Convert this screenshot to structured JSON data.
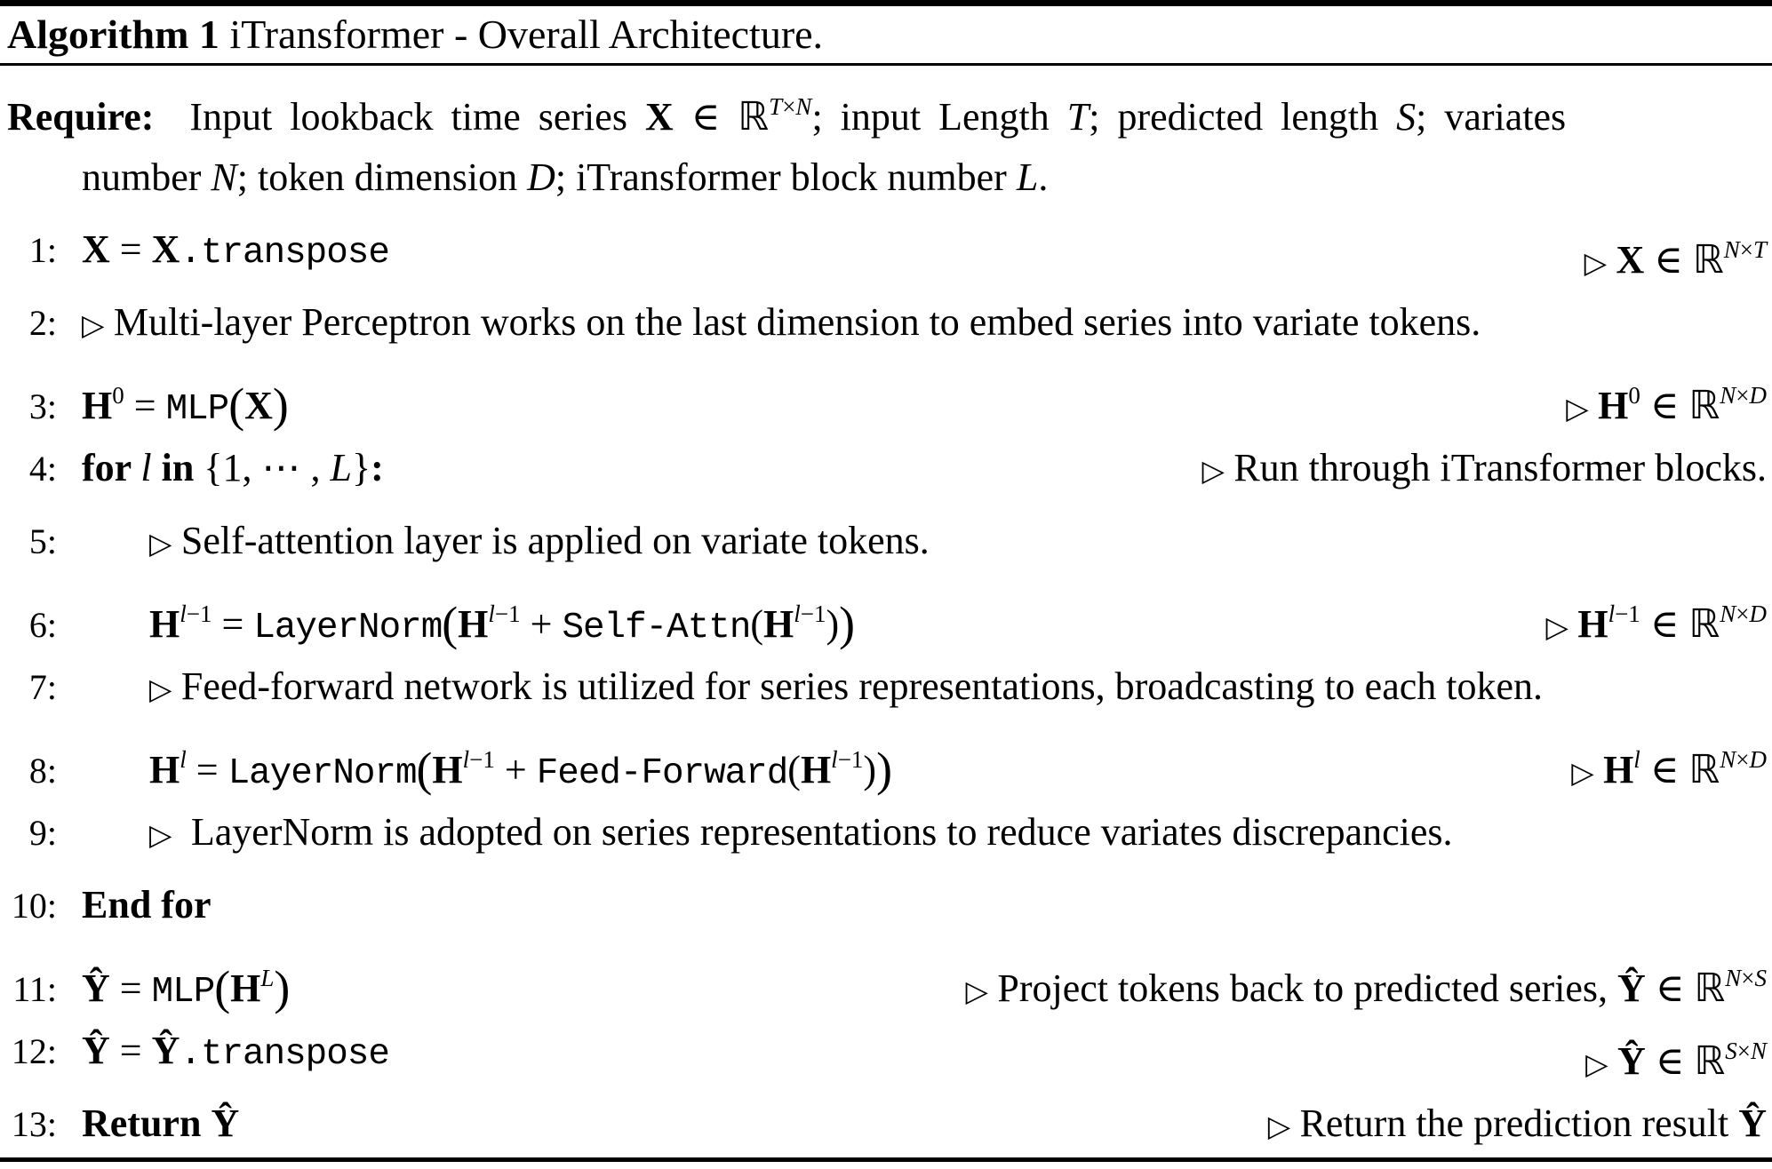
{
  "header": {
    "segments": [
      [
        "b",
        "Algorithm 1"
      ],
      [
        "t",
        " iTransformer - Overall Architecture."
      ]
    ]
  },
  "require": {
    "lines": [
      {
        "indent": 0,
        "justify": true,
        "segments": [
          [
            "b",
            "Require:"
          ],
          [
            "t",
            "  Input lookback time series "
          ],
          [
            "bi",
            "X"
          ],
          [
            "t",
            " ∈ "
          ],
          [
            "bb",
            "ℝ"
          ],
          [
            "supi",
            "T"
          ],
          [
            "sup",
            "×"
          ],
          [
            "supi",
            "N"
          ],
          [
            "t",
            "; input Length "
          ],
          [
            "i",
            "T"
          ],
          [
            "t",
            "; predicted length "
          ],
          [
            "i",
            "S"
          ],
          [
            "t",
            "; variates"
          ]
        ]
      },
      {
        "indent": 1,
        "justify": false,
        "segments": [
          [
            "t",
            "number "
          ],
          [
            "i",
            "N"
          ],
          [
            "t",
            "; token dimension "
          ],
          [
            "i",
            "D"
          ],
          [
            "t",
            "; iTransformer block number "
          ],
          [
            "i",
            "L"
          ],
          [
            "t",
            "."
          ]
        ]
      }
    ]
  },
  "lines": [
    {
      "num": "1:",
      "indent": 0,
      "body": [
        [
          "bi",
          "X"
        ],
        [
          "t",
          " = "
        ],
        [
          "bi",
          "X"
        ],
        [
          "m",
          ".transpose"
        ]
      ],
      "comment": [
        [
          "tri",
          "▷ "
        ],
        [
          "bi",
          "X"
        ],
        [
          "t",
          " ∈ "
        ],
        [
          "bb",
          "ℝ"
        ],
        [
          "supi",
          "N"
        ],
        [
          "sup",
          "×"
        ],
        [
          "supi",
          "T"
        ]
      ]
    },
    {
      "num": "2:",
      "indent": 0,
      "body": [
        [
          "tri",
          "▷ "
        ],
        [
          "t",
          "Multi-layer Perceptron works on the last dimension to embed series into variate tokens."
        ]
      ],
      "comment": null
    },
    {
      "num": "3:",
      "indent": 0,
      "body": [
        [
          "bi",
          "H"
        ],
        [
          "sup",
          "0"
        ],
        [
          "t",
          " = "
        ],
        [
          "m",
          "MLP"
        ],
        [
          "big",
          "("
        ],
        [
          "bi",
          "X"
        ],
        [
          "big",
          ")"
        ]
      ],
      "comment": [
        [
          "tri",
          "▷ "
        ],
        [
          "bi",
          "H"
        ],
        [
          "sup",
          "0"
        ],
        [
          "t",
          " ∈ "
        ],
        [
          "bb",
          "ℝ"
        ],
        [
          "supi",
          "N"
        ],
        [
          "sup",
          "×"
        ],
        [
          "supi",
          "D"
        ]
      ]
    },
    {
      "num": "4:",
      "indent": 0,
      "body": [
        [
          "b",
          "for "
        ],
        [
          "i",
          "l"
        ],
        [
          "b",
          " in "
        ],
        [
          "t",
          "{1, ⋯ , "
        ],
        [
          "i",
          "L"
        ],
        [
          "t",
          "}"
        ],
        [
          "b",
          ":"
        ]
      ],
      "comment": [
        [
          "tri",
          "▷ "
        ],
        [
          "t",
          "Run through iTransformer blocks."
        ]
      ]
    },
    {
      "num": "5:",
      "indent": 1,
      "body": [
        [
          "tri",
          "▷ "
        ],
        [
          "t",
          "Self-attention layer is applied on variate tokens."
        ]
      ],
      "comment": null
    },
    {
      "num": "6:",
      "indent": 1,
      "body": [
        [
          "bi",
          "H"
        ],
        [
          "supi",
          "l"
        ],
        [
          "sup",
          "−1"
        ],
        [
          "t",
          " = "
        ],
        [
          "m",
          "LayerNorm"
        ],
        [
          "big",
          "("
        ],
        [
          "bi",
          "H"
        ],
        [
          "supi",
          "l"
        ],
        [
          "sup",
          "−1"
        ],
        [
          "t",
          " + "
        ],
        [
          "m",
          "Self-Attn"
        ],
        [
          "t",
          "("
        ],
        [
          "bi",
          "H"
        ],
        [
          "supi",
          "l"
        ],
        [
          "sup",
          "−1"
        ],
        [
          "t",
          ")"
        ],
        [
          "big",
          ")"
        ]
      ],
      "comment": [
        [
          "tri",
          "▷ "
        ],
        [
          "bi",
          "H"
        ],
        [
          "supi",
          "l"
        ],
        [
          "sup",
          "−1"
        ],
        [
          "t",
          " ∈ "
        ],
        [
          "bb",
          "ℝ"
        ],
        [
          "supi",
          "N"
        ],
        [
          "sup",
          "×"
        ],
        [
          "supi",
          "D"
        ]
      ]
    },
    {
      "num": "7:",
      "indent": 1,
      "body": [
        [
          "tri",
          "▷ "
        ],
        [
          "t",
          "Feed-forward network is utilized for series representations, broadcasting to each token."
        ]
      ],
      "comment": null
    },
    {
      "num": "8:",
      "indent": 1,
      "body": [
        [
          "bi",
          "H"
        ],
        [
          "supi",
          "l"
        ],
        [
          "t",
          " = "
        ],
        [
          "m",
          "LayerNorm"
        ],
        [
          "big",
          "("
        ],
        [
          "bi",
          "H"
        ],
        [
          "supi",
          "l"
        ],
        [
          "sup",
          "−1"
        ],
        [
          "t",
          " + "
        ],
        [
          "m",
          "Feed-Forward"
        ],
        [
          "t",
          "("
        ],
        [
          "bi",
          "H"
        ],
        [
          "supi",
          "l"
        ],
        [
          "sup",
          "−1"
        ],
        [
          "t",
          ")"
        ],
        [
          "big",
          ")"
        ]
      ],
      "comment": [
        [
          "tri",
          "▷ "
        ],
        [
          "bi",
          "H"
        ],
        [
          "supi",
          "l"
        ],
        [
          "t",
          " ∈ "
        ],
        [
          "bb",
          "ℝ"
        ],
        [
          "supi",
          "N"
        ],
        [
          "sup",
          "×"
        ],
        [
          "supi",
          "D"
        ]
      ]
    },
    {
      "num": "9:",
      "indent": 1,
      "body": [
        [
          "tri",
          "▷ "
        ],
        [
          "t",
          " LayerNorm is adopted on series representations to reduce variates discrepancies."
        ]
      ],
      "comment": null
    },
    {
      "num": "10:",
      "indent": 0,
      "body": [
        [
          "b",
          "End for"
        ]
      ],
      "comment": null
    },
    {
      "num": "11:",
      "indent": 0,
      "body": [
        [
          "bi",
          "Ŷ"
        ],
        [
          "t",
          " = "
        ],
        [
          "m",
          "MLP"
        ],
        [
          "big",
          "("
        ],
        [
          "bi",
          "H"
        ],
        [
          "supi",
          "L"
        ],
        [
          "big",
          ")"
        ]
      ],
      "comment": [
        [
          "tri",
          "▷ "
        ],
        [
          "t",
          "Project tokens back to predicted series, "
        ],
        [
          "bi",
          "Ŷ"
        ],
        [
          "t",
          " ∈ "
        ],
        [
          "bb",
          "ℝ"
        ],
        [
          "supi",
          "N"
        ],
        [
          "sup",
          "×"
        ],
        [
          "supi",
          "S"
        ]
      ]
    },
    {
      "num": "12:",
      "indent": 0,
      "body": [
        [
          "bi",
          "Ŷ"
        ],
        [
          "t",
          " = "
        ],
        [
          "bi",
          "Ŷ"
        ],
        [
          "m",
          ".transpose"
        ]
      ],
      "comment": [
        [
          "tri",
          "▷ "
        ],
        [
          "bi",
          "Ŷ"
        ],
        [
          "t",
          " ∈ "
        ],
        [
          "bb",
          "ℝ"
        ],
        [
          "supi",
          "S"
        ],
        [
          "sup",
          "×"
        ],
        [
          "supi",
          "N"
        ]
      ]
    },
    {
      "num": "13:",
      "indent": 0,
      "body": [
        [
          "b",
          "Return "
        ],
        [
          "bi",
          "Ŷ"
        ]
      ],
      "comment": [
        [
          "tri",
          "▷ "
        ],
        [
          "t",
          "Return the prediction result "
        ],
        [
          "bi",
          "Ŷ"
        ]
      ]
    }
  ]
}
